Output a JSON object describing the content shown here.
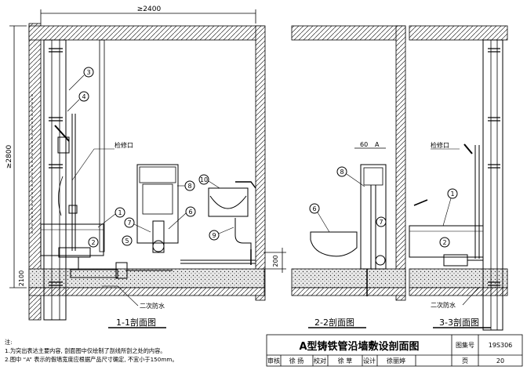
{
  "dimensions": {
    "width_label": "≥2400",
    "height_label": "≥2800",
    "dim_2100": "2100",
    "dim_200": "200",
    "dim_60": "60",
    "dim_a": "A"
  },
  "labels": {
    "access_port_1": "检修口",
    "access_port_2": "检修口",
    "waterproof_1": "二次防水",
    "waterproof_2": "二次防水"
  },
  "callouts": {
    "c1": "1",
    "c2": "2",
    "c3": "3",
    "c4": "4",
    "c5": "5",
    "c6": "6",
    "c7": "7",
    "c8": "8",
    "c9": "9",
    "c10": "10",
    "s2_c1": "6",
    "s2_c2": "7",
    "s2_c3": "8",
    "s3_c1": "1",
    "s3_c2": "2"
  },
  "section_titles": {
    "s1": "1-1剖面图",
    "s2": "2-2剖面图",
    "s3": "3-3剖面图"
  },
  "notes": {
    "heading": "注:",
    "line1": "1.为突出表达主要内容, 剖面图中仅绘制了剖线所剖之处的内容。",
    "line2": "2.图中 “A” 表示的假墙宽度应根据产品尺寸确定, 不宜小于150mm。"
  },
  "title_block": {
    "title": "A型铸铁管沿墙敷设剖面图",
    "atlas_label": "图集号",
    "atlas_no": "19S306",
    "review_label": "审核",
    "review_name": "徐 扬",
    "check_label": "校对",
    "check_name": "徐 草",
    "design_label": "设计",
    "design_name": "徐丽婷",
    "page_label": "页",
    "page_no": "20"
  }
}
